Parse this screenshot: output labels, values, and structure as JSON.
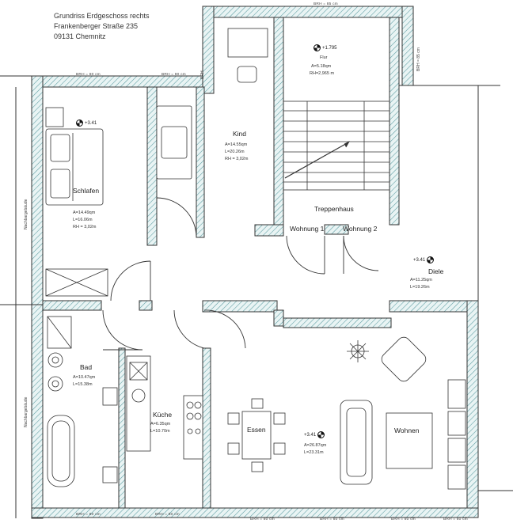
{
  "header": {
    "line1": "Grundriss Erdgeschoss rechts",
    "line2": "Frankenberger Straße 235",
    "line3": "09131 Chemnitz"
  },
  "rooms": {
    "schlafen": {
      "name": "Schlafen",
      "level": "+3.41",
      "area": "A=14.49qm",
      "perimeter": "L=16.06m",
      "height": "RH = 3,02m"
    },
    "kind": {
      "name": "Kind",
      "area": "A=14.55qm",
      "perimeter": "L=20.26m",
      "height": "RH = 3,02m"
    },
    "flur": {
      "name": "Flur",
      "level": "+1.795",
      "area": "A=5.18qm",
      "height": "RH=2,965 m"
    },
    "treppenhaus": {
      "name": "Treppenhaus",
      "door1": "Wohnung 1",
      "door2": "Wohnung 2"
    },
    "diele": {
      "name": "Diele",
      "level": "+3.41",
      "area": "A=11.25qm",
      "perimeter": "L=19.26m"
    },
    "bad": {
      "name": "Bad",
      "area": "A=10.47qm",
      "perimeter": "L=15.38m"
    },
    "kueche": {
      "name": "Küche",
      "area": "A=6.35qm",
      "perimeter": "L=10.70m"
    },
    "essen": {
      "name": "Essen"
    },
    "wohnen": {
      "name": "Wohnen",
      "level": "+3.41",
      "area": "A=26.87qm",
      "perimeter": "L=23.31m"
    }
  },
  "windows": {
    "top": "BRH = 85 cm",
    "left1": "BRH = 80 cm",
    "left2": "BRH = 80 cm",
    "right_vert": "BRH = 85 cm",
    "small_vert": "BRH",
    "bottom1": "BRH = 80 cm",
    "bottom2": "BRH = 80 cm",
    "bottom3": "BRH = 80 cm",
    "bottom4": "BRH = 80 cm",
    "bottom5": "BRH = 80 cm",
    "bottom6": "BRH = 80 cm"
  },
  "neighbors": {
    "upper": "Nachbargebäude",
    "lower": "Nachbargebäude"
  }
}
